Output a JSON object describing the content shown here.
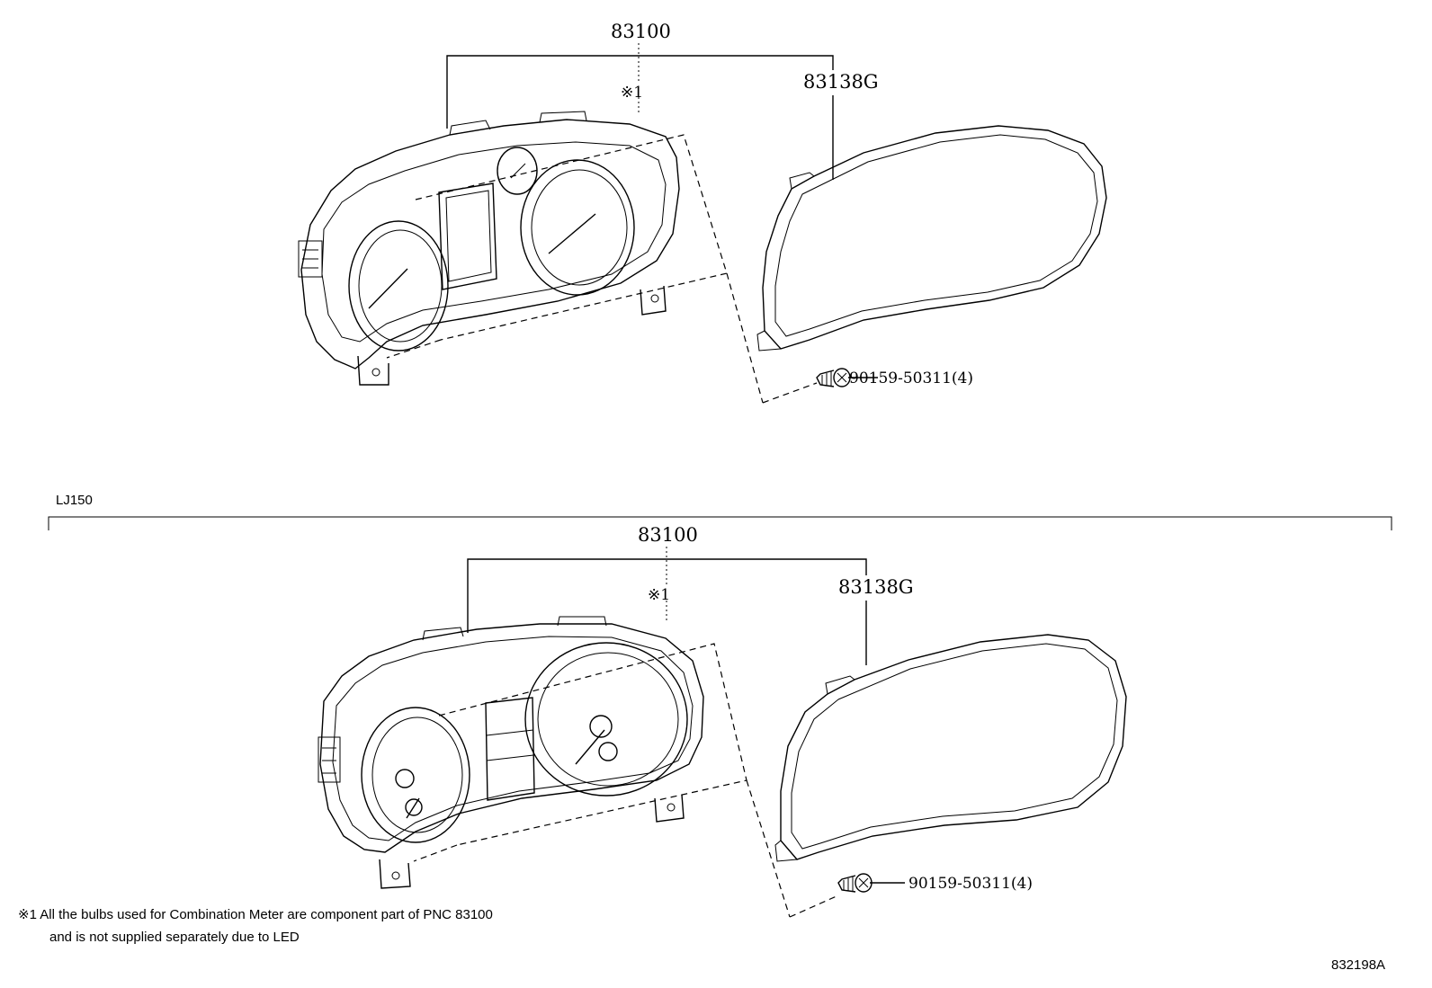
{
  "top_group": {
    "assembly_label": "83100",
    "note_mark": "※1",
    "lens_label": "83138G",
    "screw_label": "90159-50311(4)"
  },
  "variant_group": {
    "variant_label": "LJ150",
    "assembly_label": "83100",
    "note_mark": "※1",
    "lens_label": "83138G",
    "screw_label": "90159-50311(4)"
  },
  "footnote": {
    "line1": "※1 All the bulbs used for Combination Meter are component part of PNC 83100",
    "line2": "and is not supplied separately due to LED"
  },
  "illustration_id": "832198A"
}
